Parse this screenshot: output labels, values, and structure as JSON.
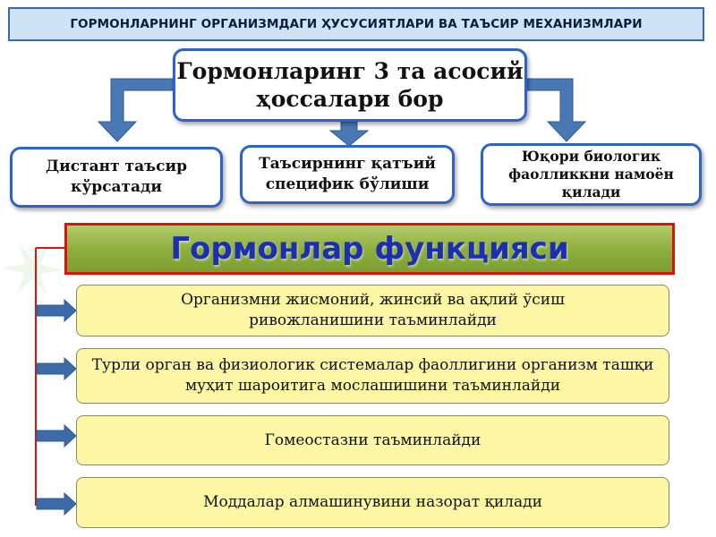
{
  "header": {
    "title": "ГОРМОНЛАРНИНГ ОРГАНИЗМДАГИ ҲУСУСИЯТЛАРИ ВА ТАЪСИР МЕХАНИЗМЛАРИ"
  },
  "main_box": {
    "text": "Гормонларинг 3 та асосий ҳоссалари бор"
  },
  "properties": [
    {
      "text": "Дистант таъсир кўрсатади"
    },
    {
      "text": "Таъсирнинг қатъий специфик бўлиши"
    },
    {
      "text": "Юқори биологик фаолликкни намоён қилади"
    }
  ],
  "functions": {
    "title": "Гормонлар функцияси",
    "items": [
      {
        "text": "Организмни жисмоний, жинсий ва ақлий ўсиш ривожланишини таъминлайди"
      },
      {
        "text": "Турли орган ва физиологик системалар фаоллигини организм ташқи муҳит шароитига мослашишини таъминлайди"
      },
      {
        "text": "Гомеостазни таъминлайди"
      },
      {
        "text": "Моддалар алмашинувини назорат қилади"
      }
    ]
  },
  "colors": {
    "box_border": "#2f63c9",
    "arrow_fill": "#4a78b5",
    "func_title_border": "#e01010",
    "func_title_text": "#1b2fb0",
    "func_item_fill": "#fdf6a4",
    "connector_line": "#e01010",
    "func_arrow_fill": "#3e6aa8"
  }
}
